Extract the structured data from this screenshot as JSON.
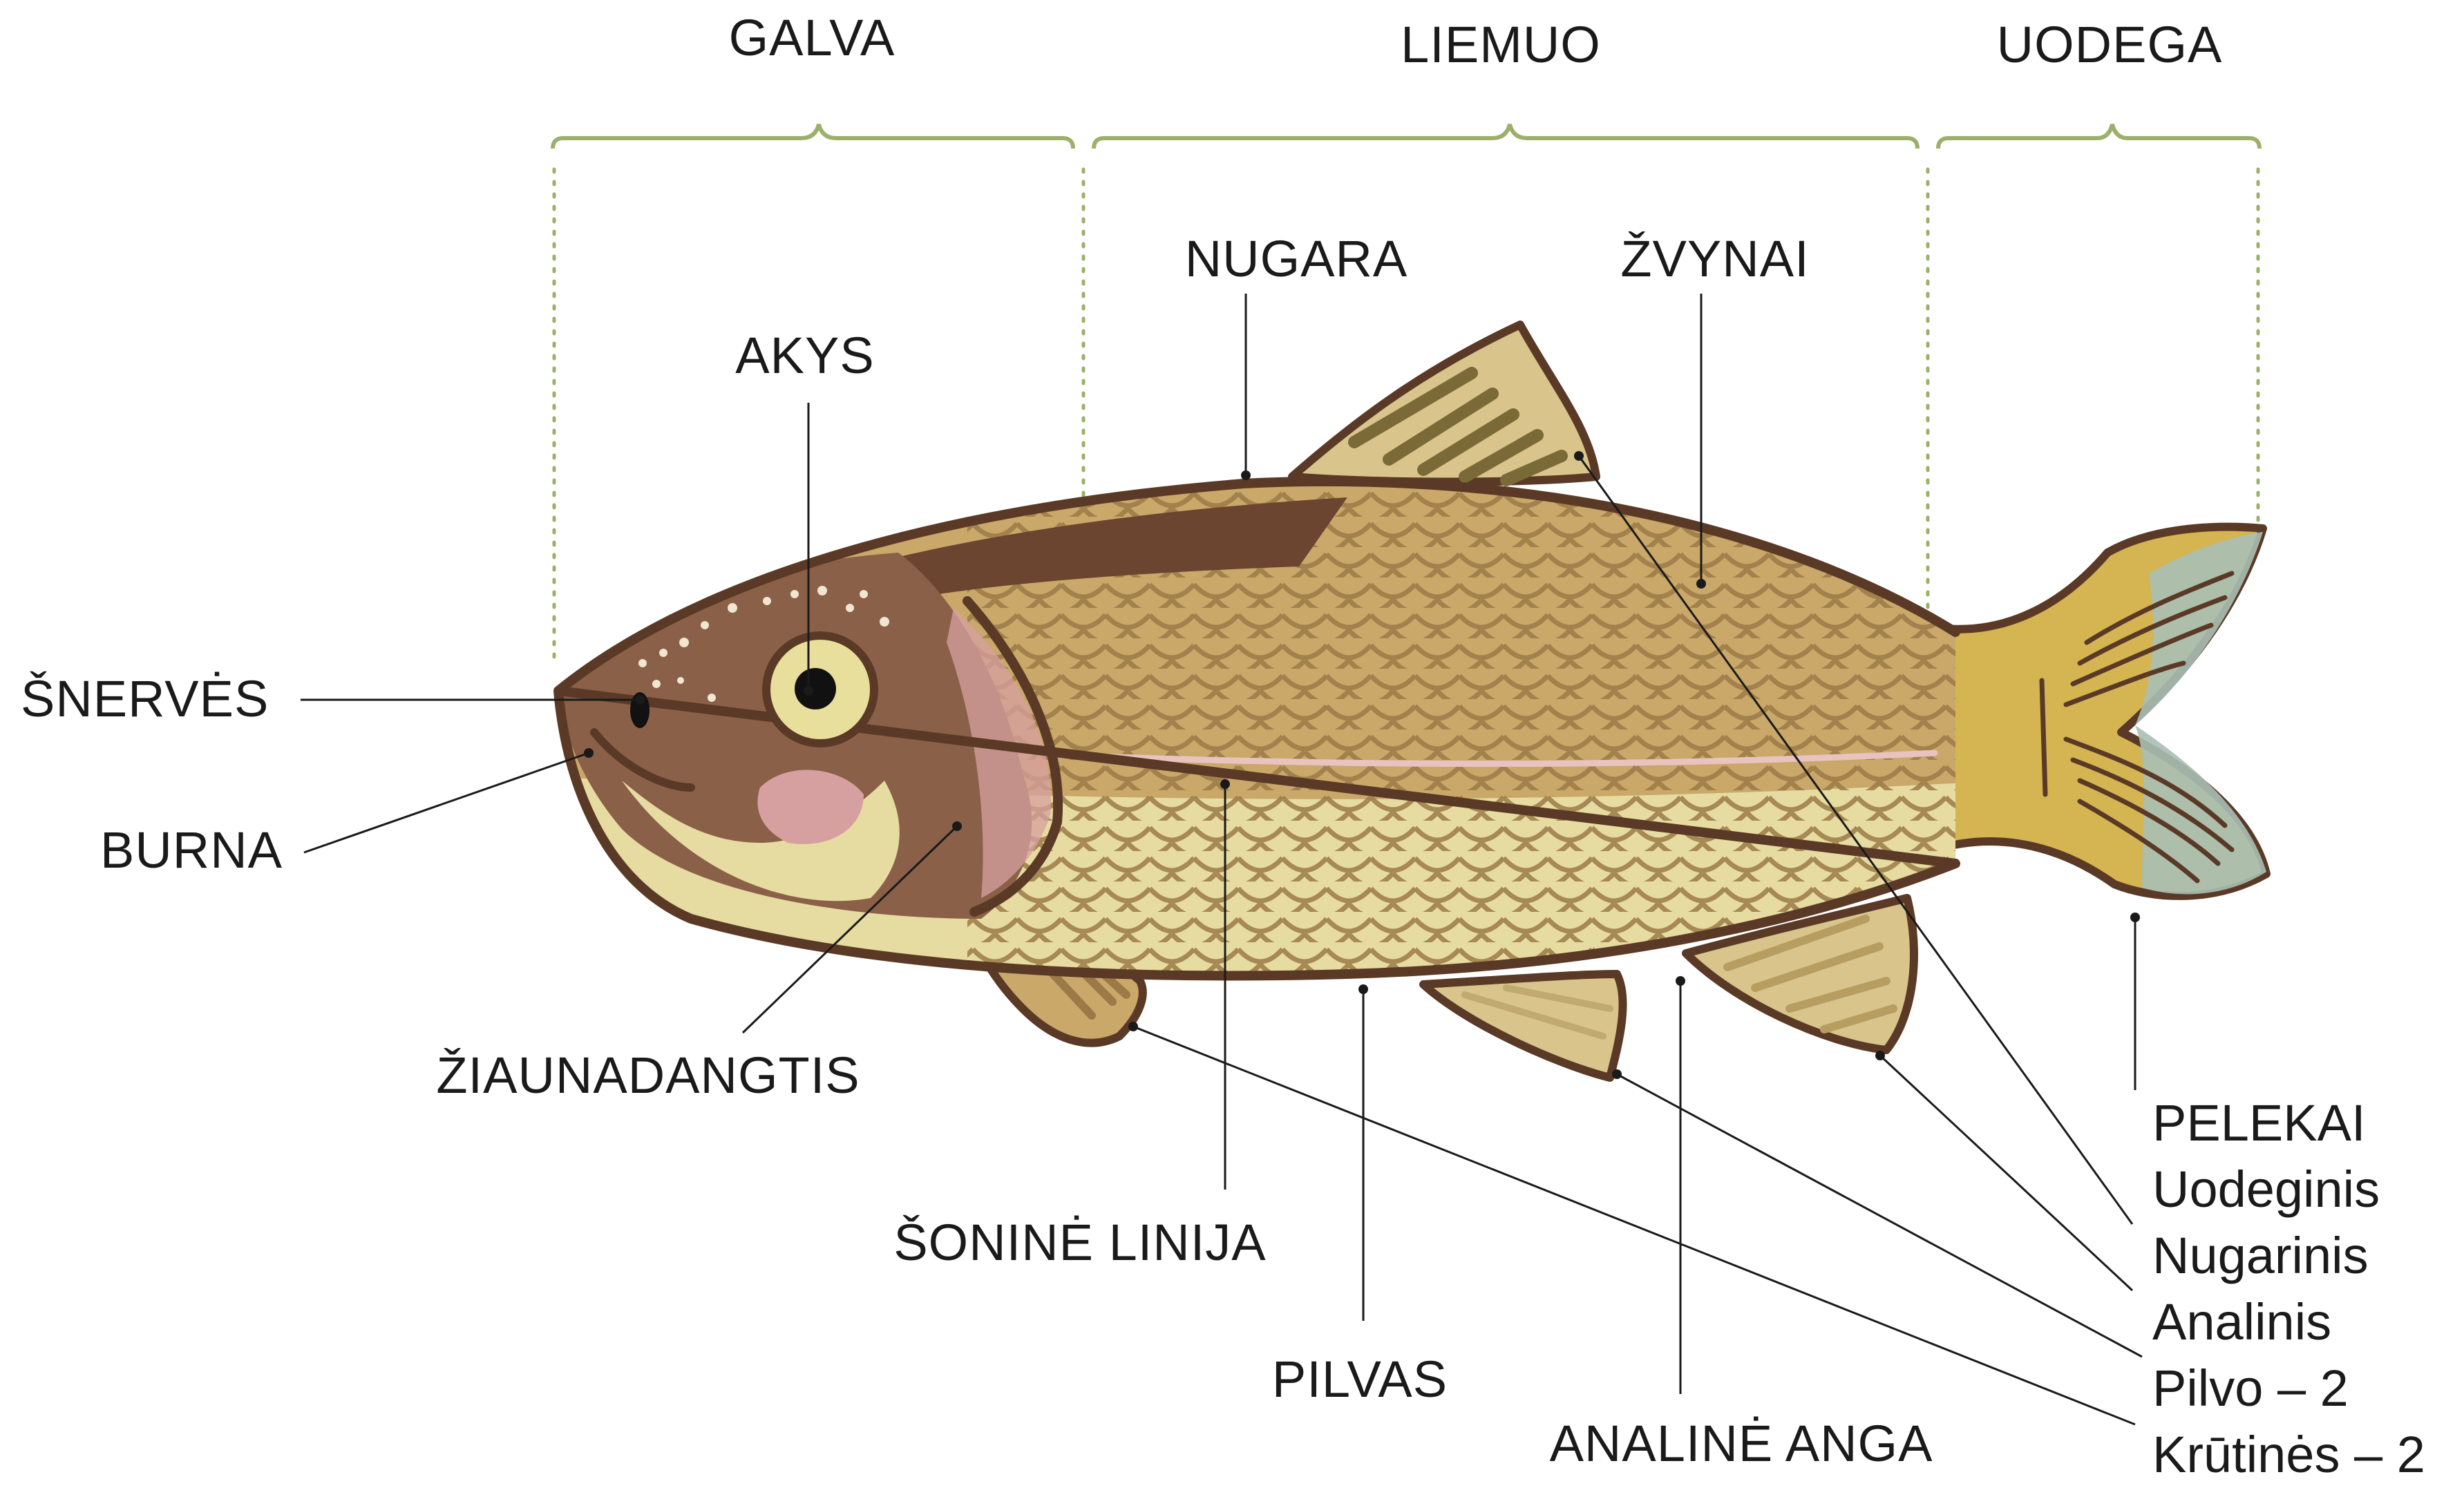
{
  "sections": {
    "head": "GALVA",
    "body": "LIEMUO",
    "tail": "UODEGA"
  },
  "labels": {
    "eyes": "AKYS",
    "nostrils": "ŠNERVĖS",
    "mouth": "BURNA",
    "gill_cover": "ŽIAUNADANGTIS",
    "back": "NUGARA",
    "scales": "ŽVYNAI",
    "lateral_line": "ŠONINĖ LINIJA",
    "belly": "PILVAS",
    "anal_opening": "ANALINĖ ANGA"
  },
  "fins": {
    "title": "PELEKAI",
    "items": [
      "Uodeginis",
      "Nugarinis",
      "Analinis",
      "Pilvo – 2",
      "Krūtinės – 2"
    ]
  },
  "colors": {
    "bracket": "#9cb06a",
    "outline": "#5a3a26",
    "body": "#c9a869",
    "back": "#6b4530",
    "belly": "#e6dba0",
    "scale_line": "#9b7a48",
    "fin": "#d9c48c",
    "fin_ray": "#7a6a38",
    "tail_tip": "#a8bfb4",
    "gill_pink": "#d6a0a0",
    "leader": "#1a1a1a"
  }
}
